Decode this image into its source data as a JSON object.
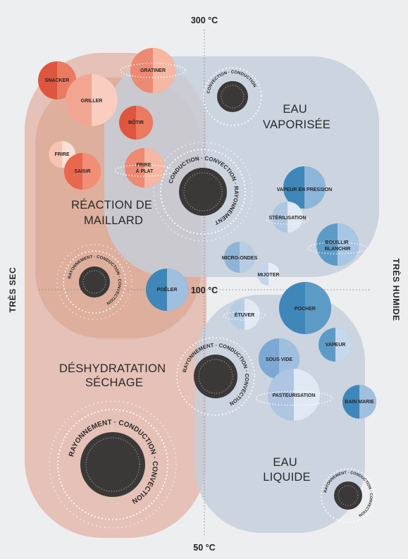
{
  "axes": {
    "top_temp": "300 °C",
    "mid_temp": "100 °C",
    "bottom_temp": "50 °C",
    "left_label": "TRÈS SEC",
    "right_label": "TRÈS HUMIDE"
  },
  "zones": {
    "reaction_maillard": [
      "RÉACTION DE",
      "MAILLARD"
    ],
    "deshydratation": [
      "DÉSHYDRATATION",
      "SÉCHAGE"
    ],
    "eau_vaporisee": [
      "EAU",
      "VAPORISÉE"
    ],
    "eau_liquide": [
      "EAU",
      "LIQUIDE"
    ]
  },
  "heat_transfer_labels": {
    "convection": "CONVECTION",
    "conduction": "CONDUCTION",
    "rayonnement": "RAYONNEMENT"
  },
  "techniques": {
    "snacker": "SNACKER",
    "gratiner": "GRATINER",
    "griller": "GRILLER",
    "rotir": "RÔTIR",
    "frire": "FRIRE",
    "saisir": "SAISIR",
    "frire_a_plat": [
      "FRIRE",
      "À PLAT"
    ],
    "poeler": "POÊLER",
    "vapeur_pression": "VAPEUR EN PRESSION",
    "sterilisation": "STÉRILISATION",
    "bouillir": [
      "BOUILLIR",
      "BLANCHIR"
    ],
    "micro_ondes": "MICRO-ONDES",
    "mijoter": "MIJOTER",
    "etuver": "ÉTUVER",
    "pocher": "POCHER",
    "vapeur": "VAPEUR",
    "sous_vide": "SOUS VIDE",
    "pasteurisation": "PASTEURISATION",
    "bain_marie": "BAIN MARIE"
  },
  "colors": {
    "background": "#edeef0",
    "zone_dry_outer": "#e5c1b7",
    "zone_maillard": "#d9a089",
    "zone_wet": "#c5cedb",
    "dry_dark": "#e0553d",
    "dry_light": "#f6b7a3",
    "wet_dark": "#3e87b8",
    "wet_light": "#b7cde4",
    "hub": "#3b3938"
  }
}
